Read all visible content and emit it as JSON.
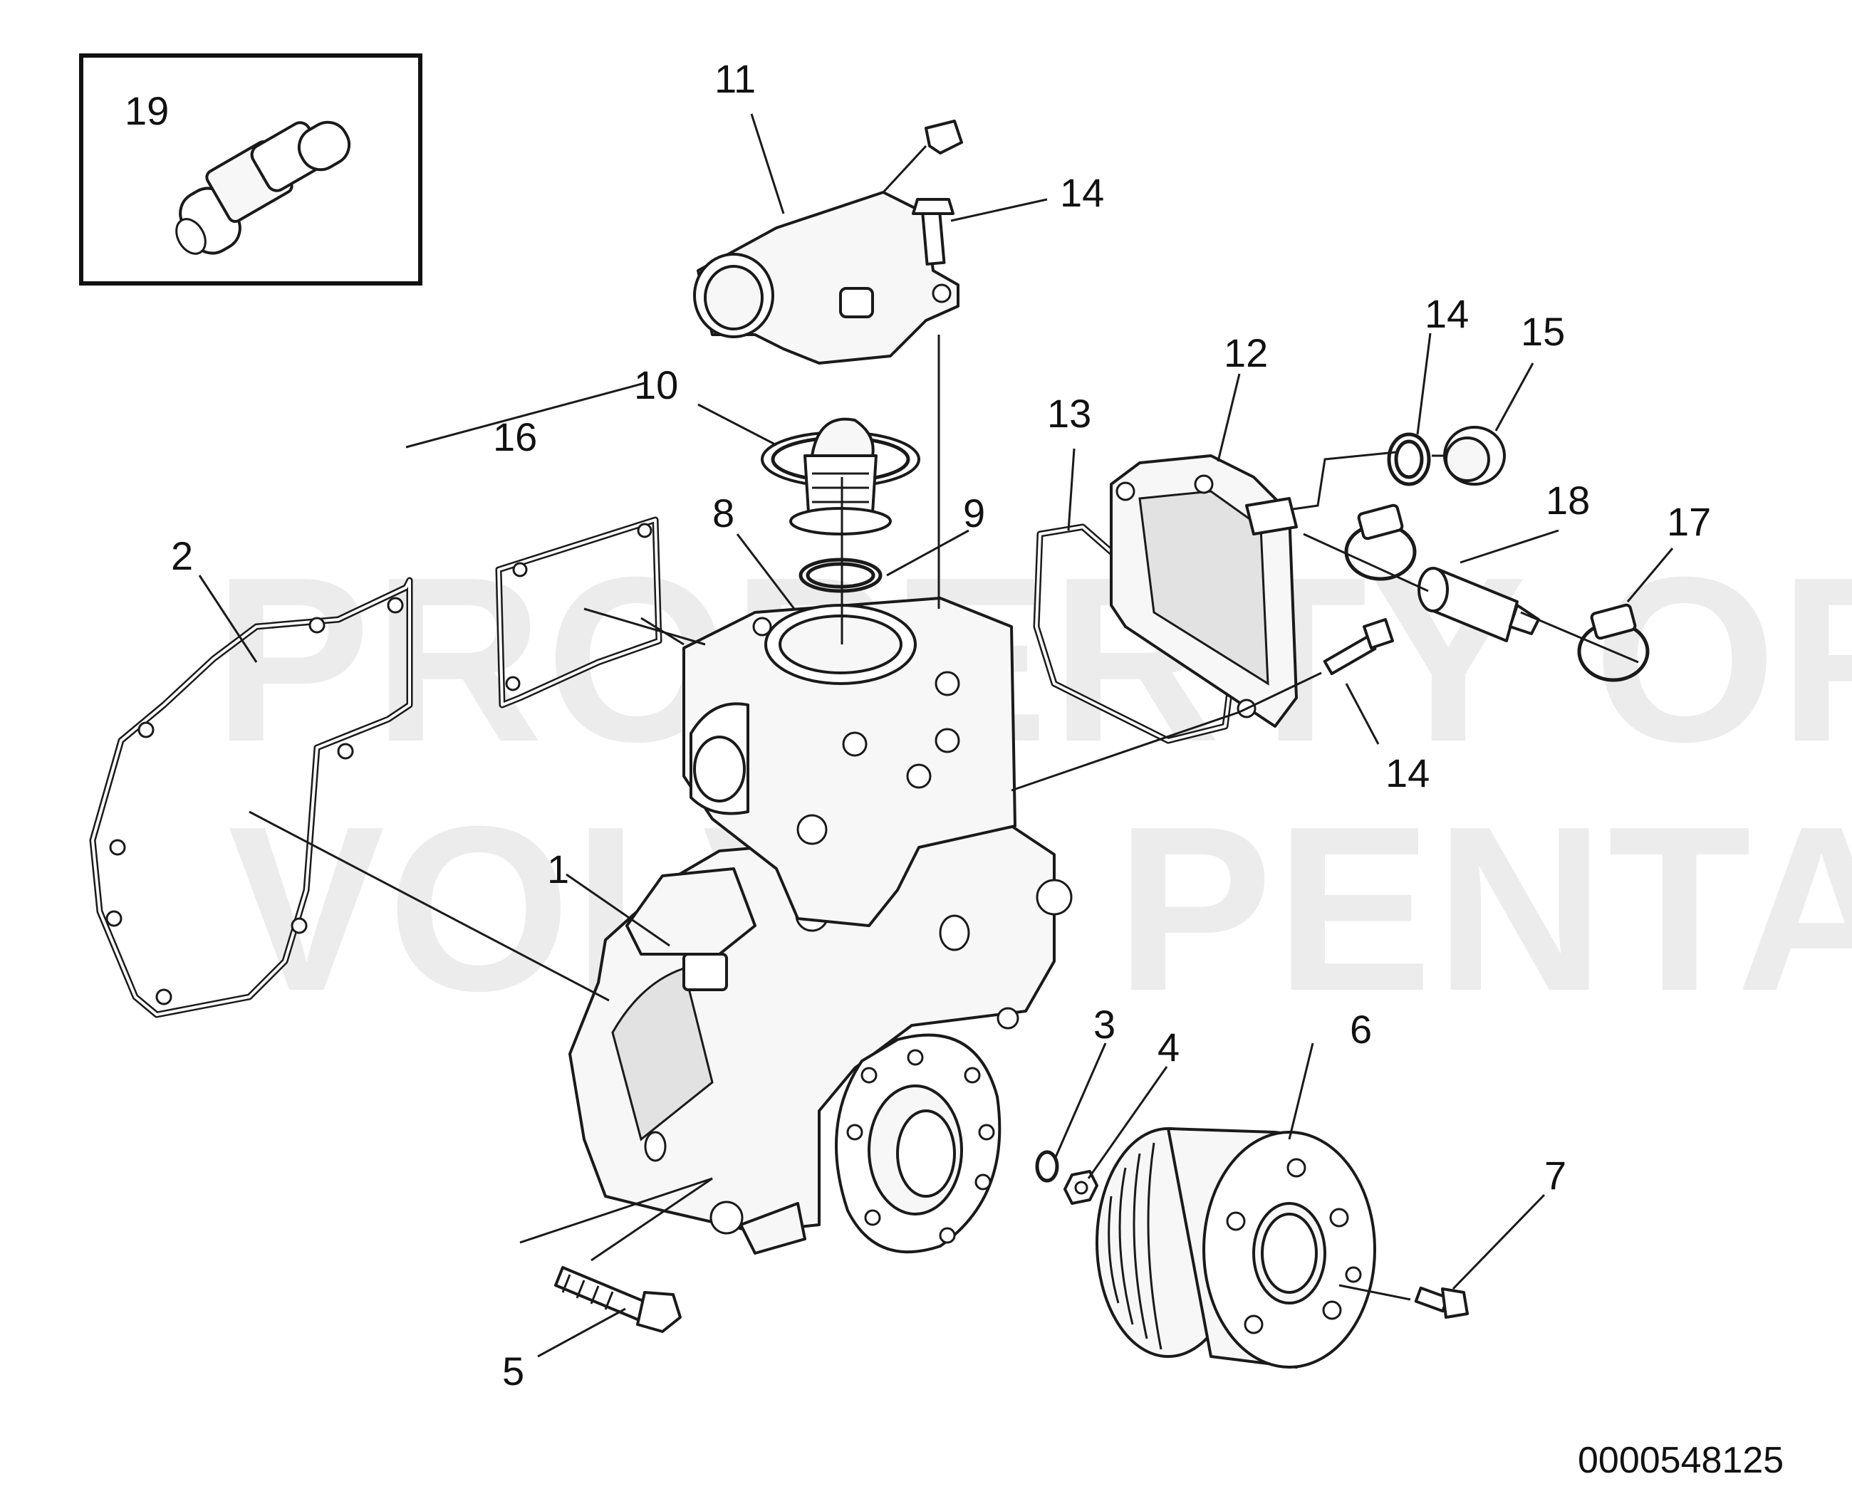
{
  "watermark": {
    "line1": "PROPERTY OF",
    "line2": "VOLVO PENTA"
  },
  "document_number": "0000548125",
  "callouts": {
    "c1": "1",
    "c2": "2",
    "c3": "3",
    "c4": "4",
    "c5": "5",
    "c6": "6",
    "c7": "7",
    "c8": "8",
    "c9": "9",
    "c10": "10",
    "c11": "11",
    "c12": "12",
    "c13": "13",
    "c14a": "14",
    "c14b": "14",
    "c14c": "14",
    "c15": "15",
    "c16": "16",
    "c17": "17",
    "c18": "18",
    "c19": "19"
  }
}
